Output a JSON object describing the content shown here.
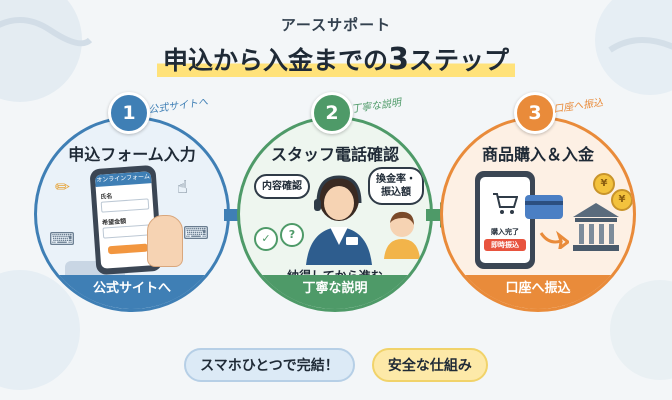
{
  "header": {
    "brand": "アースサポート",
    "headline_prefix": "申込から入金までの",
    "headline_number": "3",
    "headline_suffix": "ステップ"
  },
  "steps": [
    {
      "number": "1",
      "tagline": "公式サイトへ",
      "title": "申込フォーム入力",
      "band": "公式サイトへ",
      "screen": {
        "header": "オンラインフォーム",
        "field_name": "氏名",
        "field_amount": "希望金額"
      }
    },
    {
      "number": "2",
      "tagline": "丁寧な説明",
      "title": "スタッフ電話確認",
      "band": "丁寧な説明",
      "bubble_left": "内容確認",
      "bubble_right_line1": "換金率・",
      "bubble_right_line2": "振込額",
      "bottom_text": "納得してから進む"
    },
    {
      "number": "3",
      "tagline": "口座へ振込",
      "title": "商品購入＆入金",
      "band": "口座へ振込",
      "purchase_done": "購入完了",
      "instant_transfer": "即時振込",
      "coin_symbol": "¥"
    }
  ],
  "pills": {
    "left": "スマホひとつで完結！",
    "right": "安全な仕組み"
  },
  "colors": {
    "step1": "#3f7fb5",
    "step2": "#4e9a68",
    "step3": "#e98b3a",
    "highlight": "#ffe27a"
  }
}
